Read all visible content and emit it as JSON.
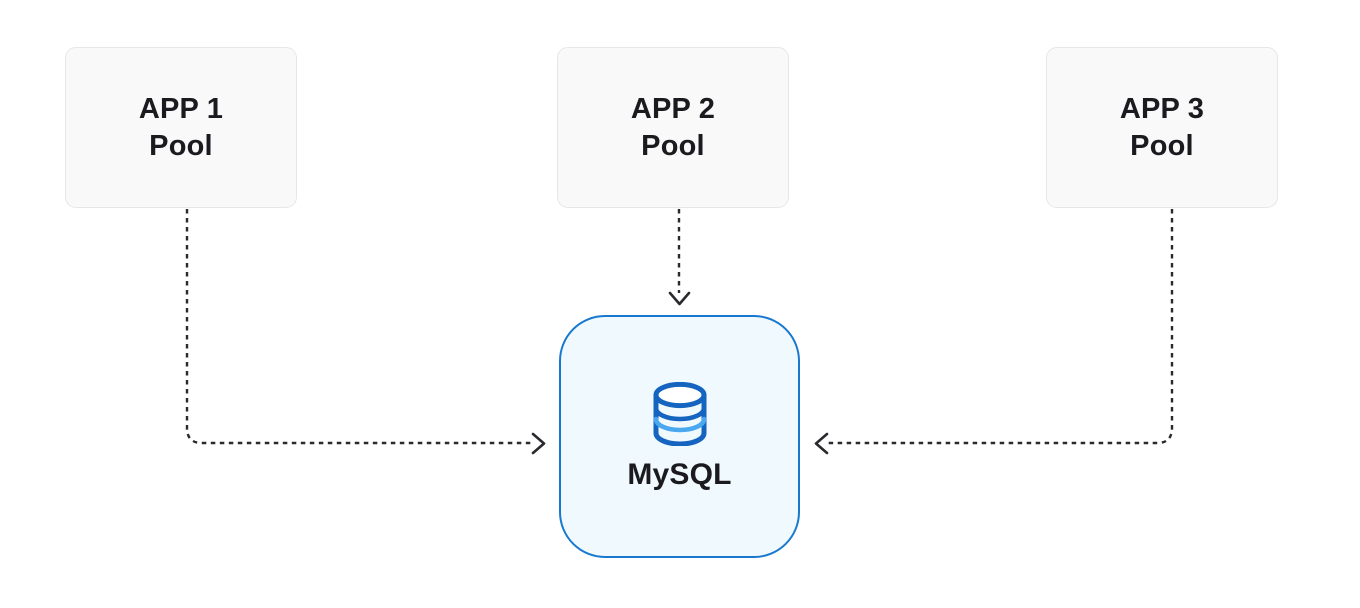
{
  "diagram": {
    "title": "",
    "background_color": "#ffffff",
    "nodes": [
      {
        "id": "app1",
        "name": "APP 1 Pool",
        "lines": [
          "APP 1",
          "Pool"
        ],
        "fill": "#f9f9fa",
        "border": "#e7e7e9"
      },
      {
        "id": "app2",
        "name": "APP 2 Pool",
        "lines": [
          "APP 2",
          "Pool"
        ],
        "fill": "#f9f9fa",
        "border": "#e7e7e9"
      },
      {
        "id": "app3",
        "name": "APP 3 Pool",
        "lines": [
          "APP 3",
          "Pool"
        ],
        "fill": "#f9f9fa",
        "border": "#e7e7e9"
      },
      {
        "id": "mysql",
        "name": "MySQL",
        "label": "MySQL",
        "icon": "database-cylinder-icon",
        "fill": "#f0f9fd",
        "border": "#1878cf",
        "icon_color_dark": "#1565c0",
        "icon_color_light": "#4aa8ef"
      }
    ],
    "edges": [
      {
        "id": "edge-app1-mysql",
        "from": "app1",
        "to": "mysql",
        "style": "dashed",
        "arrow": "chevron",
        "color": "#2a2a2e"
      },
      {
        "id": "edge-app2-mysql",
        "from": "app2",
        "to": "mysql",
        "style": "dashed",
        "arrow": "chevron",
        "color": "#2a2a2e"
      },
      {
        "id": "edge-app3-mysql",
        "from": "app3",
        "to": "mysql",
        "style": "dashed",
        "arrow": "chevron",
        "color": "#2a2a2e"
      }
    ]
  }
}
